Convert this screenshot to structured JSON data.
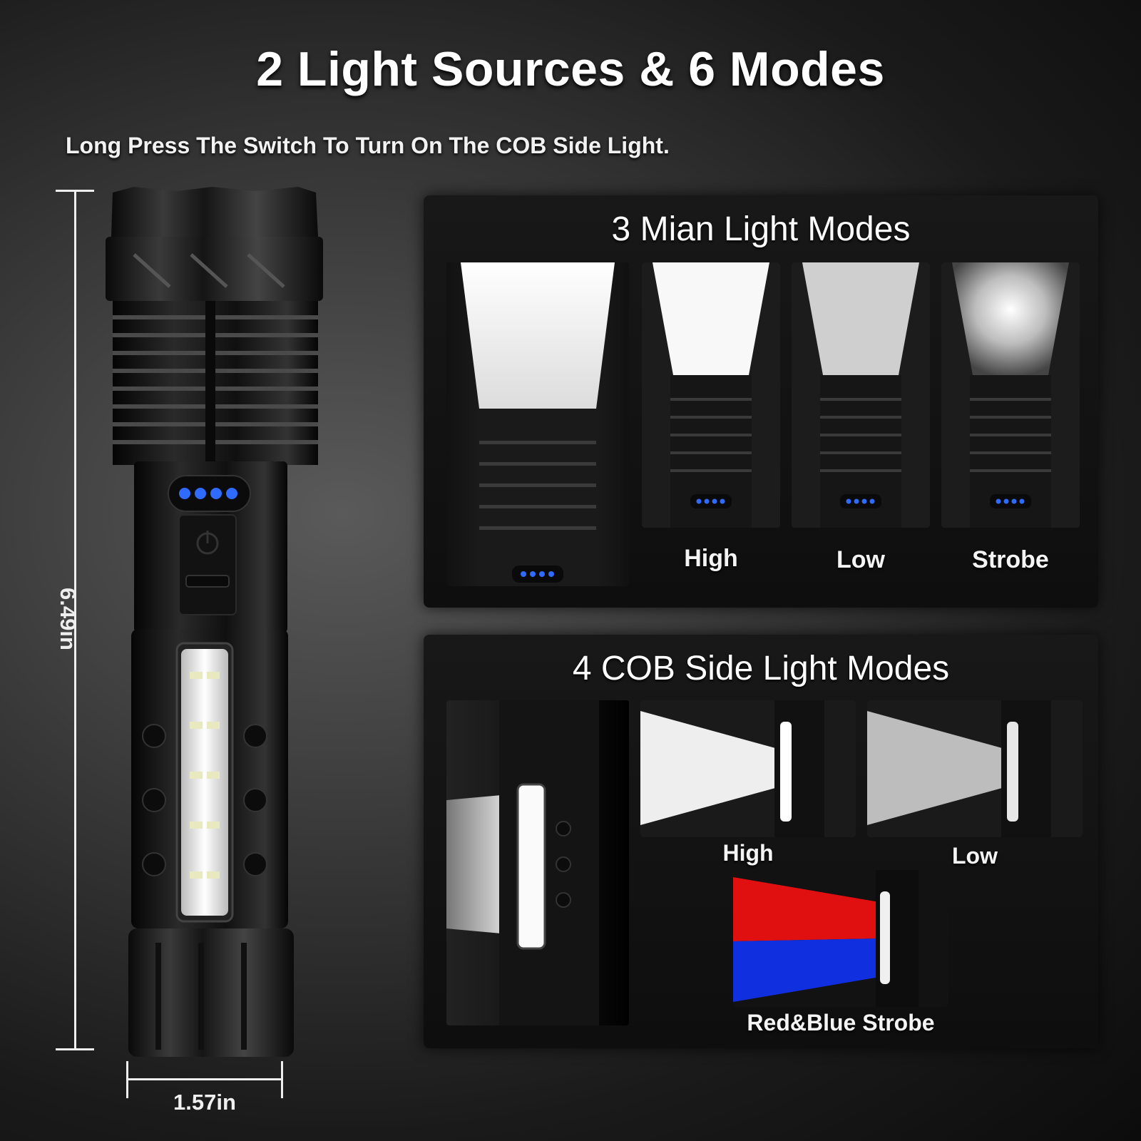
{
  "header": {
    "title": "2 Light Sources & 6 Modes",
    "subtitle": "Long Press The Switch To Turn On The COB Side Light."
  },
  "dimensions": {
    "length": "6.49in",
    "width": "1.57in"
  },
  "main_modes": {
    "title": "3 Mian Light Modes",
    "labels": [
      "High",
      "Low",
      "Strobe"
    ]
  },
  "cob_modes": {
    "title": "4 COB Side Light Modes",
    "labels": [
      "High",
      "Low",
      "Red&Blue Strobe"
    ]
  },
  "colors": {
    "background": "#1a1a1a",
    "panel": "#121212",
    "indicator_blue": "#2f6bff",
    "strobe_red": "#e01010",
    "strobe_blue": "#1030e0"
  }
}
